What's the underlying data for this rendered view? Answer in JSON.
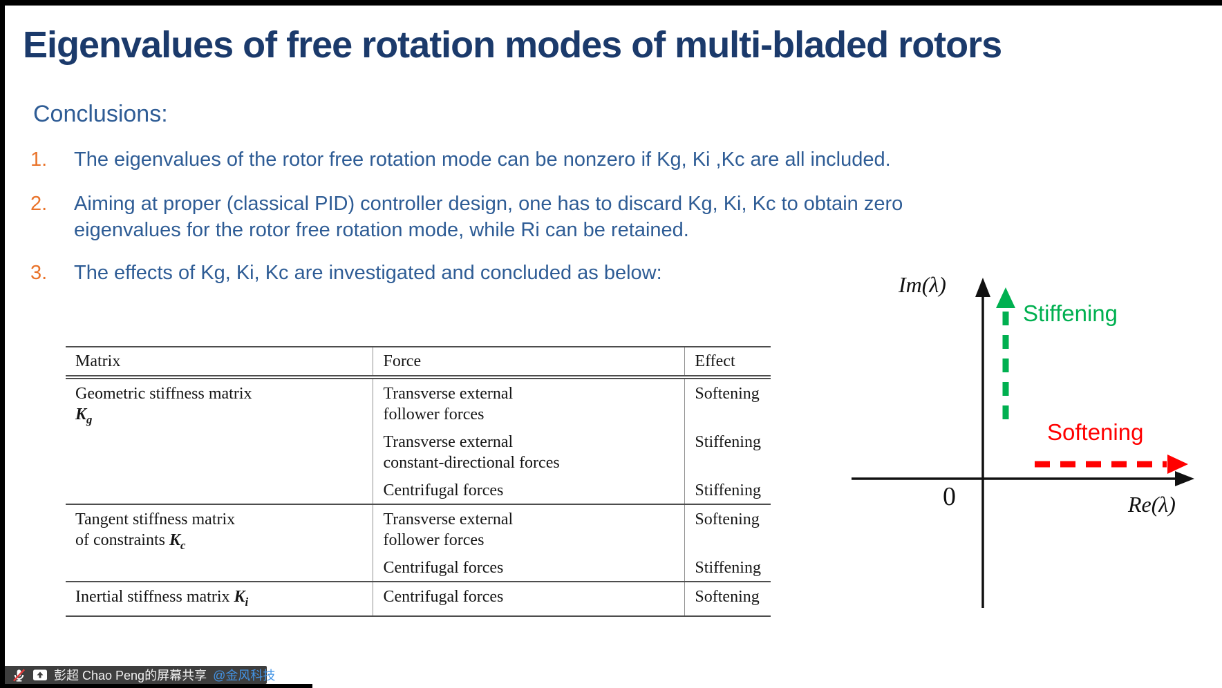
{
  "slide": {
    "title": "Eigenvalues of free rotation modes of multi-bladed rotors",
    "conclusions_heading": "Conclusions:",
    "items": [
      {
        "number": "1.",
        "lines": [
          "The eigenvalues of the rotor free rotation mode can be nonzero if Kg, Ki ,Kc are all included."
        ]
      },
      {
        "number": "2.",
        "lines": [
          "Aiming at proper (classical PID) controller design, one has to discard Kg, Ki, Kc to obtain zero",
          "eigenvalues for the rotor free rotation mode, while Ri can be retained."
        ]
      },
      {
        "number": "3.",
        "lines": [
          "The effects of Kg, Ki, Kc are investigated and concluded as below:"
        ]
      }
    ]
  },
  "table": {
    "headers": [
      "Matrix",
      "Force",
      "Effect"
    ],
    "groups": [
      {
        "matrix": {
          "line1": "Geometric stiffness matrix",
          "line2": "",
          "symbol": {
            "base": "K",
            "sub": "g"
          }
        },
        "rows": [
          {
            "force_line1": "Transverse external",
            "force_line2": "follower forces",
            "effect": "Softening"
          },
          {
            "force_line1": "Transverse external",
            "force_line2": "constant-directional forces",
            "effect": "Stiffening"
          },
          {
            "force_line1": "Centrifugal forces",
            "force_line2": "",
            "effect": "Stiffening"
          }
        ]
      },
      {
        "matrix": {
          "line1": "Tangent stiffness matrix",
          "line2": "of constraints ",
          "symbol": {
            "base": "K",
            "sub": "c"
          }
        },
        "rows": [
          {
            "force_line1": "Transverse external",
            "force_line2": "follower forces",
            "effect": "Softening"
          },
          {
            "force_line1": "Centrifugal forces",
            "force_line2": "",
            "effect": "Stiffening"
          }
        ]
      },
      {
        "matrix": {
          "line1": "Inertial stiffness matrix ",
          "line2": "",
          "symbol": {
            "base": "K",
            "sub": "i"
          }
        },
        "rows": [
          {
            "force_line1": "Centrifugal forces",
            "force_line2": "",
            "effect": "Softening"
          }
        ]
      }
    ]
  },
  "diagram": {
    "im_axis_label": "Im(λ)",
    "re_axis_label": "Re(λ)",
    "origin_label": "0",
    "stiffening_label": "Stiffening",
    "softening_label": "Softening",
    "stiffening_color": "#00b050",
    "softening_color": "#ff0000"
  },
  "share_bar": {
    "text": "彭超 Chao Peng的屏幕共享 ",
    "link": "@金风科技",
    "mic_icon": "microphone-muted-icon",
    "share_icon": "screen-share-icon"
  }
}
